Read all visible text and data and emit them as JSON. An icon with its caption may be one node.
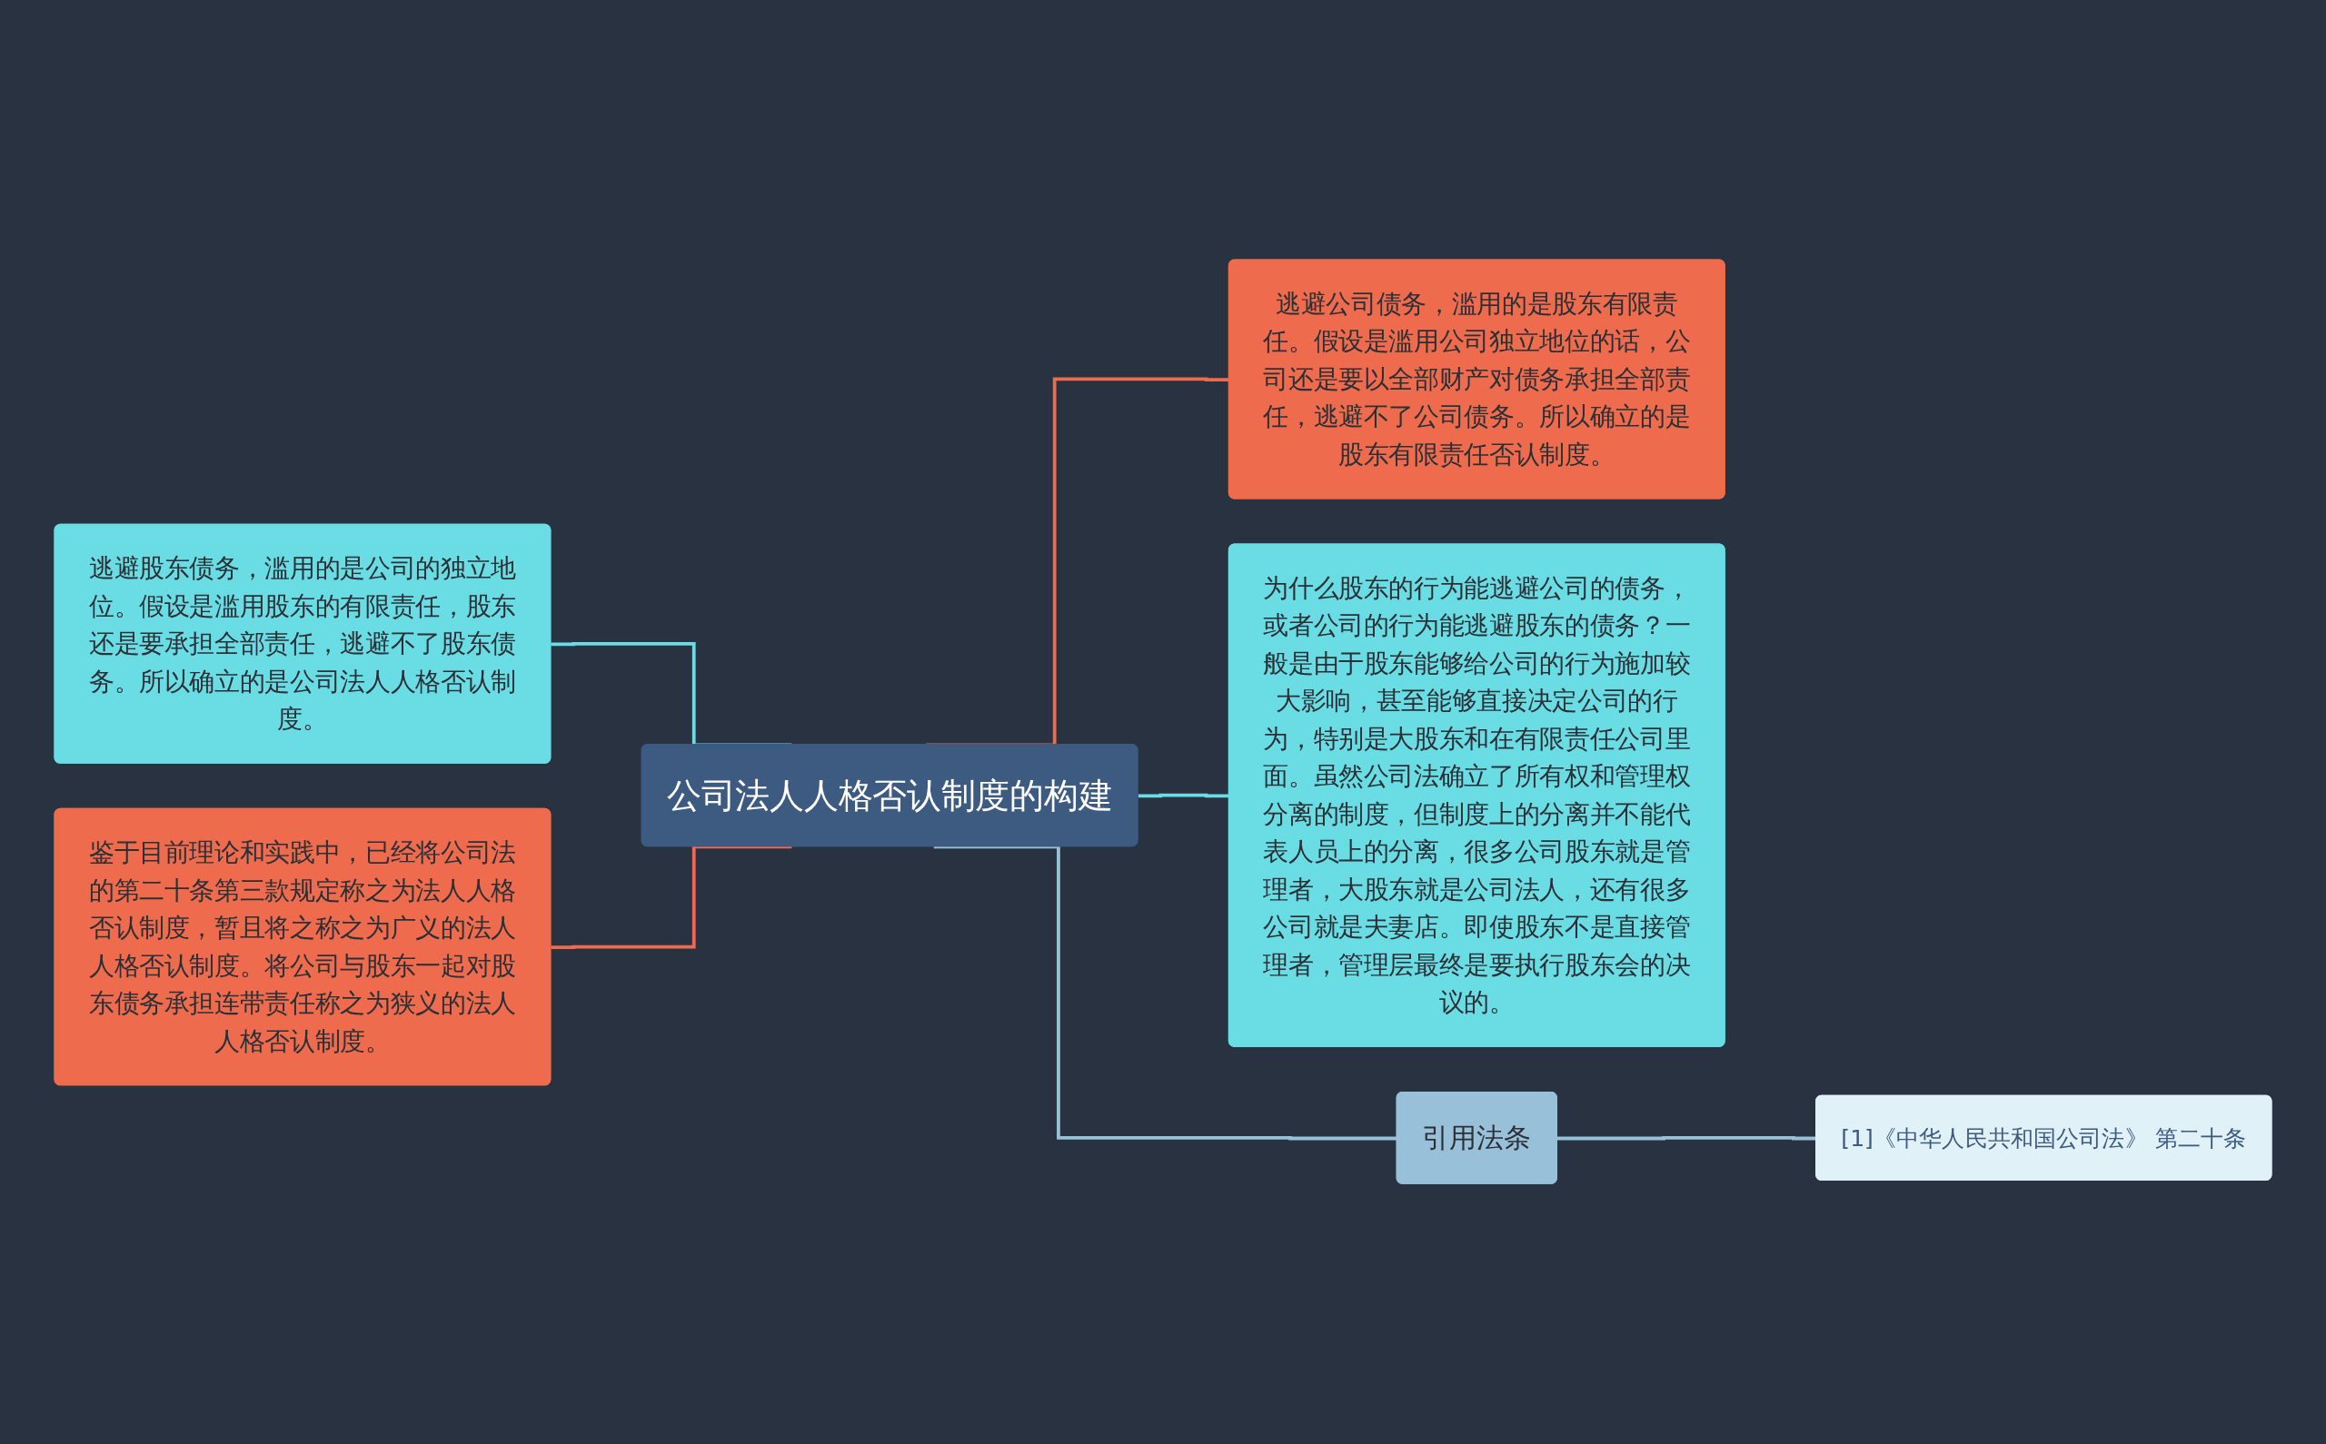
{
  "diagram": {
    "nodes": [
      {
        "text": [
          "公司法人人格否认制度的构建"
        ]
      },
      {
        "text": [
          "逃避股东债务，滥用的是公司的独立地位。假设是滥用股东的有限责任，股东还是要承担全部责任，逃避不了股东债务。所以确立的是公司法人人格否认制度。"
        ]
      },
      {
        "text": [
          "鉴于目前理论和实践中，已经将公司法的第二十条第三款规定称之为法人人格否认制度，暂且将之称之为广义的法人人格否认制度。将公司与股东一起对股东债务承担连带责任称之为狭义的法人人格否认制度。"
        ]
      },
      {
        "text": [
          "逃避公司债务，滥用的是股东有限责任。假设是滥用公司独立地位的话，公司还是要以全部财产对债务承担全部责任，逃避不了公司债务。所以确立的是股东有限责任否认制度。"
        ]
      },
      {
        "text": [
          "为什么股东的行为能逃避公司的债务，或者公司的行为能逃避股东的债务？一般是由于股东能够给公司的行为施加较大影响，甚至能够直接决定公司的行为，特别是大股东和在有限责任公司里面。虽然公司法确立了所有权和管理权分离的制度，但制度上的分离并不能代表人员上的分离，很多公司股东就是管理者，大股东就是公司法人，还有很多公司就是夫妻店。即使股东不是直接管理者，管理层最终是要执行股东会的决议的。"
        ]
      },
      {
        "text": [
          "引用法条"
        ]
      },
      {
        "text": [
          "[1]《中华人民共和国公司法》 第二十条"
        ]
      }
    ],
    "edges": [
      {
        "from": 1,
        "to": 0,
        "arrow": "none",
        "color": "#6adce4"
      },
      {
        "from": 2,
        "to": 0,
        "arrow": "none",
        "color": "#ee6c4d"
      },
      {
        "from": 0,
        "to": 3,
        "arrow": "none",
        "color": "#ee6c4d"
      },
      {
        "from": 0,
        "to": 4,
        "arrow": "none",
        "color": "#6adce4"
      },
      {
        "from": 0,
        "to": 5,
        "arrow": "none",
        "color": "#98c1d9"
      },
      {
        "from": 5,
        "to": 6,
        "arrow": "none",
        "color": "#98c1d9"
      }
    ]
  }
}
